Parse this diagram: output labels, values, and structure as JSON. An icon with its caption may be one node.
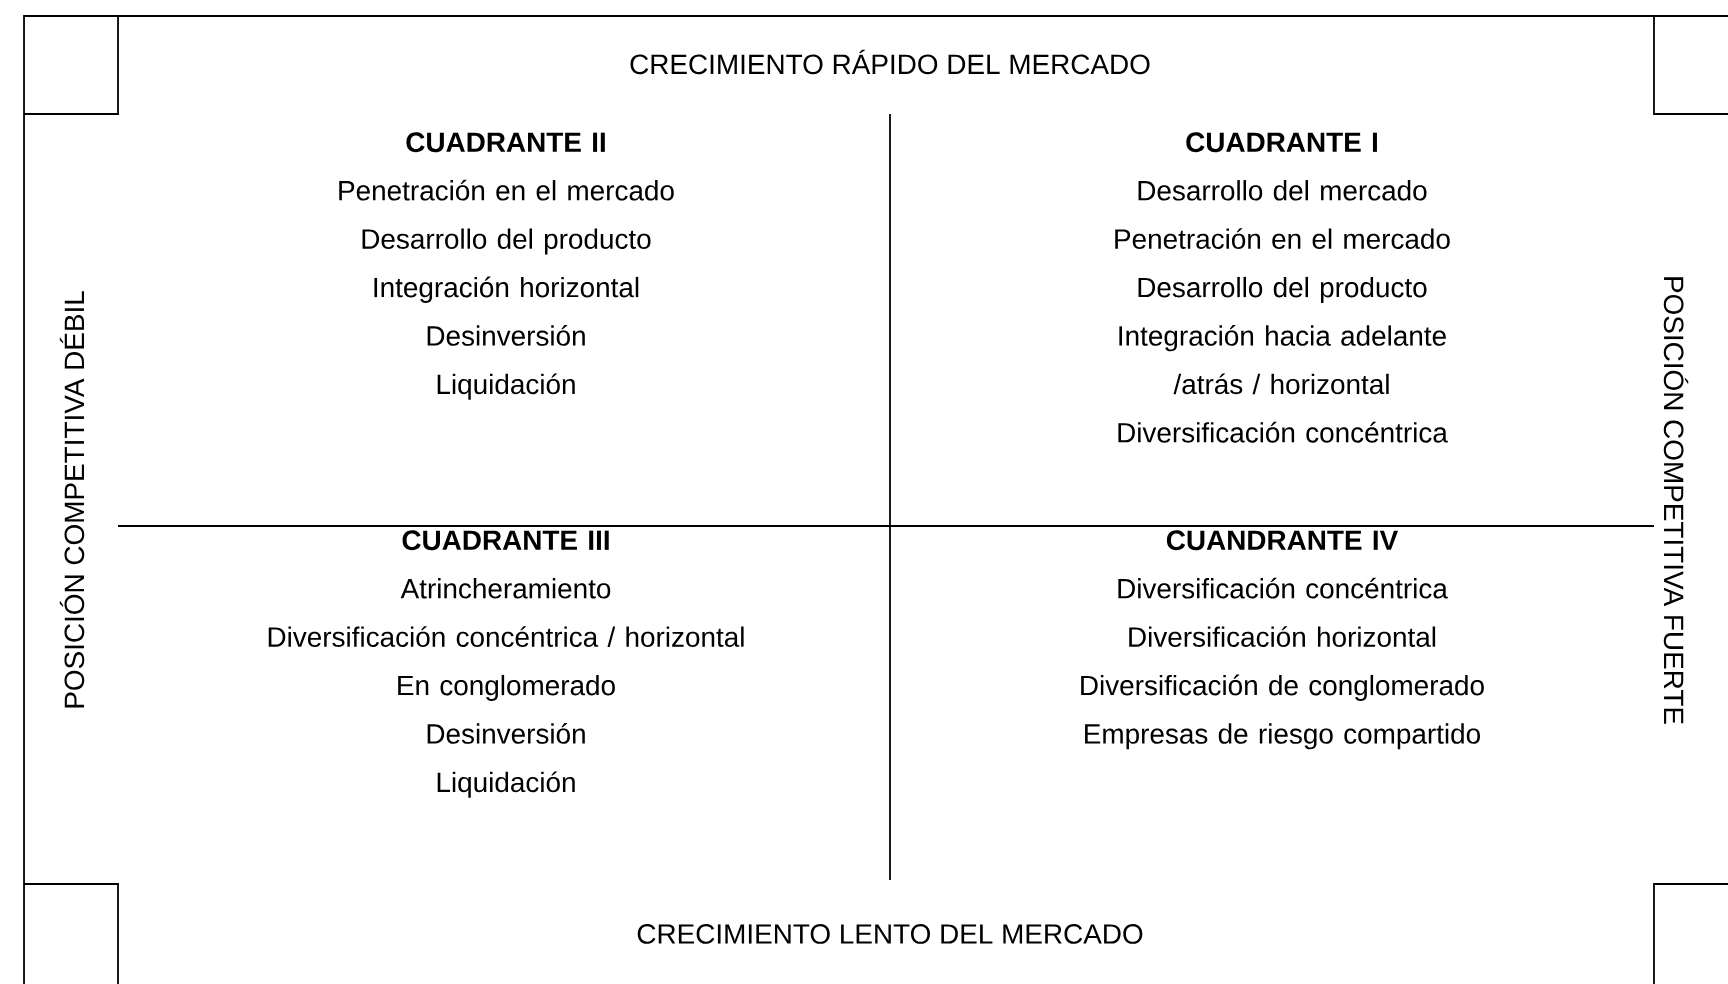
{
  "diagram": {
    "nodes": [
      {
        "text": [
          "CUADRANTE II",
          "Penetración en el mercado",
          "Desarrollo del producto",
          "Integración horizontal",
          "Desinversión",
          "Liquidación"
        ]
      },
      {
        "text": [
          "CUADRANTE I",
          "Desarrollo del mercado",
          "Penetración en el mercado",
          "Desarrollo del producto",
          "Integración hacia adelante /atrás / horizontal",
          "Diversificación concéntrica"
        ]
      },
      {
        "text": [
          "CUADRANTE III",
          "Atrincheramiento",
          "Diversificación concéntrica / horizontal",
          "En conglomerado",
          "Desinversión",
          "Liquidación"
        ]
      },
      {
        "text": [
          "CUANDRANTE IV",
          "Diversificación concéntrica",
          "Diversificación horizontal",
          "Diversificación de conglomerado",
          "Empresas de riesgo compartido"
        ]
      }
    ],
    "labels": [
      "CRECIMIENTO RÁPIDO DEL MERCADO",
      "POSICIÓN COMPETITIVA DÉBIL",
      "POSICIÓN COMPETITIVA FUERTE",
      "CRECIMIENTO LENTO DEL MERCADO"
    ]
  }
}
